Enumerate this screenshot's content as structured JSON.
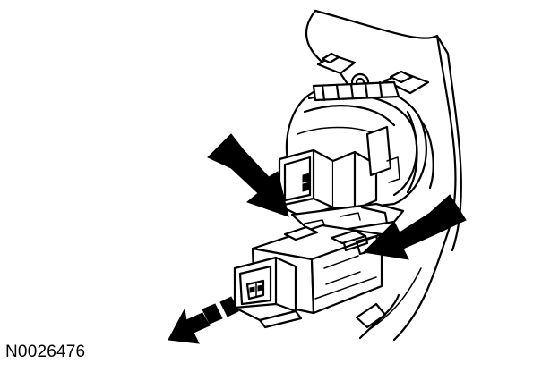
{
  "figure": {
    "id_label": "N0026476"
  },
  "callouts": [
    {
      "name": "locking-tab-arrow-left",
      "kind": "press-arrow"
    },
    {
      "name": "locking-tab-arrow-right",
      "kind": "press-arrow"
    },
    {
      "name": "removal-direction-arrow",
      "kind": "dashed-motion-arrow"
    }
  ],
  "colors": {
    "line": "#000000",
    "background": "#ffffff"
  }
}
